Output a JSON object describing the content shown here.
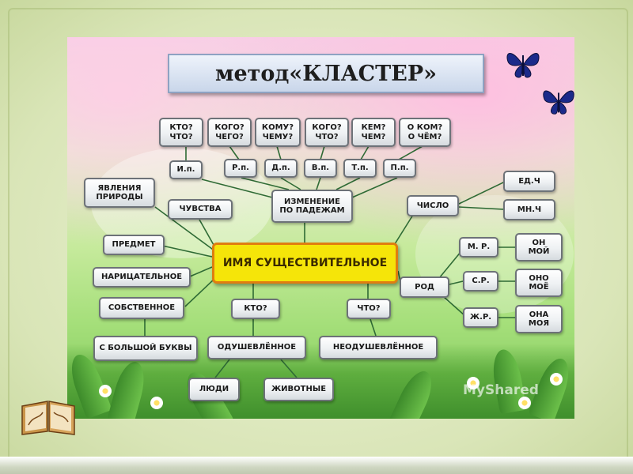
{
  "title": "метод«КЛАСТЕР»",
  "center": "ИМЯ СУЩЕСТВИТЕЛЬНОЕ",
  "questions": [
    "КТО?\nЧТО?",
    "КОГО?\nЧЕГО?",
    "КОМУ?\nЧЕМУ?",
    "КОГО?\nЧТО?",
    "КЕМ?\nЧЕМ?",
    "О КОМ?\nО ЧЁМ?"
  ],
  "cases": [
    "И.п.",
    "Р.п.",
    "Д.п.",
    "В.п.",
    "Т.п.",
    "П.п."
  ],
  "case_change": "ИЗМЕНЕНИЕ\nПО ПАДЕЖАМ",
  "number": {
    "label": "ЧИСЛО",
    "singular": "ЕД.Ч",
    "plural": "МН.Ч"
  },
  "gender": {
    "label": "РОД",
    "masc": "М. Р.",
    "neut": "С.Р.",
    "fem": "Ж.Р.",
    "masc_ex": "ОН\nМОЙ",
    "neut_ex": "ОНО\nМОЁ",
    "fem_ex": "ОНА\nМОЯ"
  },
  "left": {
    "phenomena": "ЯВЛЕНИЯ\nПРИРОДЫ",
    "feelings": "ЧУВСТВА",
    "object": "ПРЕДМЕТ",
    "common": "НАРИЦАТЕЛЬНОЕ",
    "proper": "СОБСТВЕННОЕ",
    "capital": "С БОЛЬШОЙ БУКВЫ"
  },
  "animacy": {
    "who": "КТО?",
    "what": "ЧТО?",
    "animate": "ОДУШЕВЛЁННОЕ",
    "inanimate": "НЕОДУШЕВЛЁННОЕ",
    "people": "ЛЮДИ",
    "animals": "ЖИВОТНЫЕ"
  },
  "watermark": "MyShared",
  "colors": {
    "center_fill": "#f5e509",
    "center_border": "#e07d10",
    "line": "#2f6b35",
    "butterfly": "#1b2a8a"
  }
}
